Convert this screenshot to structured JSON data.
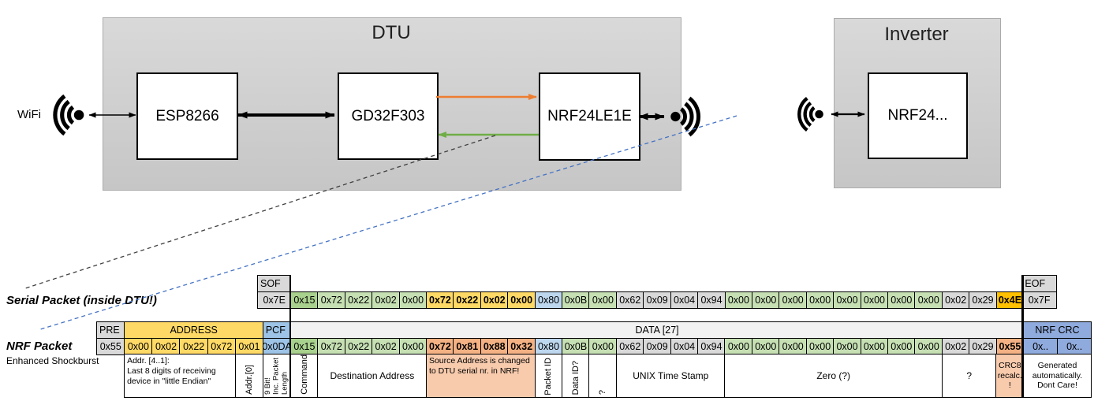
{
  "diagram": {
    "wifi_label": "WiFi",
    "dtu": {
      "title": "DTU",
      "esp": "ESP8266",
      "mcu": "GD32F303",
      "nrf": "NRF24LE1E"
    },
    "inverter": {
      "title": "Inverter",
      "nrf": "NRF24..."
    }
  },
  "colors": {
    "orange_arrow": "#ED7D31",
    "green_arrow": "#70AD47",
    "blue_dashed": "#4472C4",
    "address_yellow": "#FFD966",
    "pcf_blue": "#9DC3E6",
    "packet_id_blue": "#BDD7EE",
    "nrf_crc_blue": "#8FAADC",
    "payload_green": "#C6E0B4",
    "command_green": "#A9D18E",
    "crc8_gold": "#FFC000",
    "changed_salmon": "#F4B183",
    "note_salmon": "#F8CBAD",
    "frame_gray": "#D9D9D9"
  },
  "serial_packet": {
    "label": "Serial Packet (inside DTU!)",
    "sof_header": "SOF",
    "sof_value": "0x7E",
    "eof_header": "EOF",
    "eof_value": "0x7F",
    "bytes": [
      {
        "v": "0x15",
        "c": "green2"
      },
      {
        "v": "0x72",
        "c": "green1"
      },
      {
        "v": "0x22",
        "c": "green1"
      },
      {
        "v": "0x02",
        "c": "green1"
      },
      {
        "v": "0x00",
        "c": "green1"
      },
      {
        "v": "0x72",
        "c": "yellow",
        "b": true
      },
      {
        "v": "0x22",
        "c": "yellow",
        "b": true
      },
      {
        "v": "0x02",
        "c": "yellow",
        "b": true
      },
      {
        "v": "0x00",
        "c": "yellow",
        "b": true
      },
      {
        "v": "0x80",
        "c": "blue1"
      },
      {
        "v": "0x0B",
        "c": "green1"
      },
      {
        "v": "0x00",
        "c": "green1"
      },
      {
        "v": "0x62",
        "c": "gray"
      },
      {
        "v": "0x09",
        "c": "gray"
      },
      {
        "v": "0x04",
        "c": "gray"
      },
      {
        "v": "0x94",
        "c": "gray"
      },
      {
        "v": "0x00",
        "c": "green1"
      },
      {
        "v": "0x00",
        "c": "green1"
      },
      {
        "v": "0x00",
        "c": "green1"
      },
      {
        "v": "0x00",
        "c": "green1"
      },
      {
        "v": "0x00",
        "c": "green1"
      },
      {
        "v": "0x00",
        "c": "green1"
      },
      {
        "v": "0x00",
        "c": "green1"
      },
      {
        "v": "0x00",
        "c": "green1"
      },
      {
        "v": "0x02",
        "c": "gray"
      },
      {
        "v": "0x29",
        "c": "gray"
      },
      {
        "v": "0x4E",
        "c": "gold",
        "b": true
      }
    ]
  },
  "nrf_packet": {
    "label": "NRF Packet",
    "sublabel": "Enhanced Shockburst",
    "headers": [
      {
        "label": "PRE",
        "span": 1,
        "unit": "a",
        "c": "gray",
        "align": "left"
      },
      {
        "label": "ADDRESS",
        "span": 5,
        "unit": "a",
        "c": "yellow"
      },
      {
        "label": "PCF",
        "span": 1,
        "unit": "a",
        "c": "pcf",
        "align": "left"
      },
      {
        "label": "DATA [27]",
        "span": 27,
        "unit": "d",
        "c": "lgray"
      },
      {
        "label": "NRF CRC",
        "span": 2,
        "unit": "c",
        "c": "crcblue"
      }
    ],
    "cells": [
      {
        "v": "0x55",
        "c": "gray",
        "u": "a"
      },
      {
        "v": "0x00",
        "c": "yellow",
        "u": "a"
      },
      {
        "v": "0x02",
        "c": "yellow",
        "u": "a"
      },
      {
        "v": "0x22",
        "c": "yellow",
        "u": "a"
      },
      {
        "v": "0x72",
        "c": "yellow",
        "u": "a"
      },
      {
        "v": "0x01",
        "c": "yellow",
        "u": "a"
      },
      {
        "v": "0x0DA",
        "c": "pcf",
        "u": "a"
      },
      {
        "v": "0x15",
        "c": "green2"
      },
      {
        "v": "0x72",
        "c": "green1"
      },
      {
        "v": "0x22",
        "c": "green1"
      },
      {
        "v": "0x02",
        "c": "green1"
      },
      {
        "v": "0x00",
        "c": "green1"
      },
      {
        "v": "0x72",
        "c": "salmon",
        "b": true
      },
      {
        "v": "0x81",
        "c": "salmon",
        "b": true
      },
      {
        "v": "0x88",
        "c": "salmon",
        "b": true
      },
      {
        "v": "0x32",
        "c": "salmon",
        "b": true
      },
      {
        "v": "0x80",
        "c": "blue1"
      },
      {
        "v": "0x0B",
        "c": "green1"
      },
      {
        "v": "0x00",
        "c": "green1"
      },
      {
        "v": "0x62",
        "c": "gray"
      },
      {
        "v": "0x09",
        "c": "gray"
      },
      {
        "v": "0x04",
        "c": "gray"
      },
      {
        "v": "0x94",
        "c": "gray"
      },
      {
        "v": "0x00",
        "c": "green1"
      },
      {
        "v": "0x00",
        "c": "green1"
      },
      {
        "v": "0x00",
        "c": "green1"
      },
      {
        "v": "0x00",
        "c": "green1"
      },
      {
        "v": "0x00",
        "c": "green1"
      },
      {
        "v": "0x00",
        "c": "green1"
      },
      {
        "v": "0x00",
        "c": "green1"
      },
      {
        "v": "0x00",
        "c": "green1"
      },
      {
        "v": "0x02",
        "c": "gray"
      },
      {
        "v": "0x29",
        "c": "gray"
      },
      {
        "v": "0x55",
        "c": "salmon",
        "b": true
      },
      {
        "v": "0x..",
        "c": "crcblue",
        "u": "c"
      },
      {
        "v": "0x..",
        "c": "crcblue",
        "u": "c"
      }
    ]
  },
  "annotations": [
    {
      "label": "Addr. [4..1]:\nLast 8 digits of receiving device in \"little Endian\"",
      "span": 4,
      "unit": "a",
      "style": "left-sm"
    },
    {
      "label": "Addr.[0]",
      "span": 1,
      "unit": "a",
      "style": "vert"
    },
    {
      "label": "9 Bit!\nInc. Packet\nLength",
      "span": 1,
      "unit": "a",
      "style": "vert-sm"
    },
    {
      "label": "Command",
      "span": 1,
      "unit": "d",
      "style": "vert"
    },
    {
      "label": "Destination Address",
      "span": 4,
      "unit": "d",
      "style": "center"
    },
    {
      "label": "Source Address is changed to DTU serial nr. in NRF!",
      "span": 4,
      "unit": "d",
      "style": "left-sm",
      "tint": "salmonl"
    },
    {
      "label": "Packet ID",
      "span": 1,
      "unit": "d",
      "style": "vert"
    },
    {
      "label": "Data ID?",
      "span": 1,
      "unit": "d",
      "style": "vert"
    },
    {
      "label": "?",
      "span": 1,
      "unit": "d",
      "style": "vert"
    },
    {
      "label": "UNIX Time Stamp",
      "span": 4,
      "unit": "d",
      "style": "center"
    },
    {
      "label": "Zero (?)",
      "span": 8,
      "unit": "d",
      "style": "center"
    },
    {
      "label": "?",
      "span": 2,
      "unit": "d",
      "style": "center"
    },
    {
      "label": "CRC8\nrecalc.\n!",
      "span": 1,
      "unit": "d",
      "style": "center-sm",
      "tint": "salmonl"
    },
    {
      "label": "Generated automatically. Dont Care!",
      "span": 2,
      "unit": "c",
      "style": "center-sm"
    }
  ]
}
